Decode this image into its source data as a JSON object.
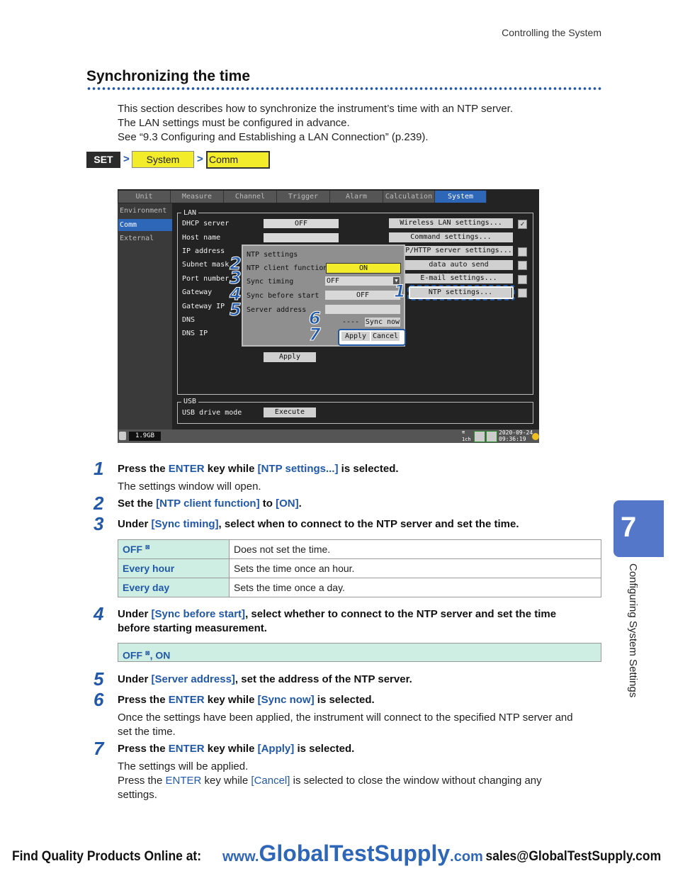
{
  "header": {
    "running_title": "Controlling the System"
  },
  "section": {
    "title": "Synchronizing the time"
  },
  "intro": [
    "This section describes how to synchronize the instrument’s time with an NTP server.",
    "The LAN settings must be configured in advance.",
    "See “9.3 Configuring and Establishing a LAN Connection” (p.239)."
  ],
  "breadcrumb": {
    "set": "SET",
    "sep": ">",
    "system": "System",
    "comm": "Comm"
  },
  "screen": {
    "tabs": [
      "Unit",
      "Measure",
      "Channel",
      "Trigger",
      "Alarm",
      "Calculation",
      "System"
    ],
    "active_tab": "System",
    "side": [
      "Environment",
      "Comm",
      "External"
    ],
    "lan": {
      "frame": "LAN",
      "labels": [
        "DHCP server",
        "Host name",
        "IP address",
        "Subnet mask",
        "Port number",
        "Gateway",
        "Gateway IP",
        "DNS",
        "DNS IP"
      ],
      "dhcp_value": "OFF",
      "apply": "Apply",
      "buttons": [
        "Wireless LAN settings...",
        "Command settings...",
        "P/HTTP server settings...",
        "data auto send settings...",
        "E-mail settings...",
        "NTP settings..."
      ]
    },
    "usb": {
      "frame": "USB",
      "label": "USB drive mode",
      "button": "Execute"
    },
    "dialog": {
      "title": "NTP settings",
      "client_label": "NTP client function",
      "client_value": "ON",
      "timing_label": "Sync timing",
      "timing_value": "OFF",
      "before_label": "Sync before start",
      "before_value": "OFF",
      "server_label": "Server address",
      "sync_dashes": "----",
      "sync_now": "Sync now",
      "apply": "Apply",
      "cancel": "Cancel"
    },
    "callouts": [
      "1",
      "2",
      "3",
      "4",
      "5",
      "6",
      "7"
    ],
    "status": {
      "storage": "1.9GB",
      "date": "2020-09-24",
      "time": "09:36:19",
      "ch": "1ch"
    }
  },
  "steps": [
    {
      "num": "1",
      "pre": "Press the ",
      "k1": "ENTER",
      "mid": " key while ",
      "k2": "[NTP settings...]",
      "post": " is selected.",
      "sub": "The settings window will open."
    },
    {
      "num": "2",
      "pre": "Set the ",
      "k1": "[NTP client function]",
      "mid": " to ",
      "k2": "[ON]",
      "post": "."
    },
    {
      "num": "3",
      "pre": "Under ",
      "k1": "[Sync timing]",
      "post": ", select when to connect to the NTP server and set the time."
    },
    {
      "num": "4",
      "pre": "Under ",
      "k1": "[Sync before start]",
      "post": ", select whether to connect to the NTP server and set the time",
      "post2": "before starting measurement."
    },
    {
      "num": "5",
      "pre": "Under ",
      "k1": "[Server address]",
      "post": ", set the address of the NTP server."
    },
    {
      "num": "6",
      "pre": "Press the ",
      "k1": "ENTER",
      "mid": " key while ",
      "k2": "[Sync now]",
      "post": " is selected.",
      "sub1": "Once the settings have been applied, the instrument will connect to the specified NTP server and",
      "sub2": "set the time."
    },
    {
      "num": "7",
      "pre": "Press the ",
      "k1": "ENTER",
      "mid": " key while ",
      "k2": "[Apply]",
      "post": " is selected.",
      "sub1": "The settings will be applied.",
      "sub2pre": "Press the ",
      "sub2k1": "ENTER",
      "sub2mid": " key while ",
      "sub2k2": "[Cancel]",
      "sub2post": " is selected to close the window without changing any",
      "sub3": "settings."
    }
  ],
  "timing_table": [
    {
      "key": "OFF",
      "mark": "⊠",
      "desc": "Does not set the time."
    },
    {
      "key": "Every hour",
      "desc": "Sets the time once an hour."
    },
    {
      "key": "Every day",
      "desc": "Sets the time once a day."
    }
  ],
  "before_options": {
    "off": "OFF",
    "mark": "⊠",
    "rest": ", ON"
  },
  "chapter": {
    "number": "7",
    "label": "Configuring System Settings"
  },
  "footer": {
    "left": "Find Quality Products Online at:",
    "www": "www.",
    "brand": "GlobalTestSupply",
    "com": ".com",
    "right": "sales@GlobalTestSupply.com"
  }
}
